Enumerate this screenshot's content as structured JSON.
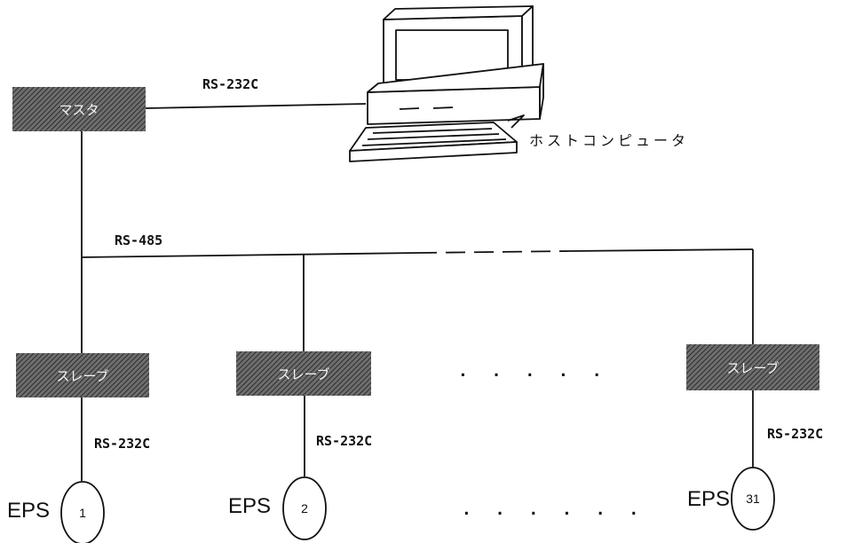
{
  "master": {
    "label": "マスタ"
  },
  "host": {
    "label": "ホストコンピュータ"
  },
  "links": {
    "master_host": "RS-232C",
    "bus": "RS-485"
  },
  "slaves": [
    {
      "label": "スレーブ",
      "link": "RS-232C",
      "eps_label": "EPS",
      "eps_number": "1"
    },
    {
      "label": "スレーブ",
      "link": "RS-232C",
      "eps_label": "EPS",
      "eps_number": "2"
    },
    {
      "label": "スレーブ",
      "link": "RS-232C",
      "eps_label": "EPS",
      "eps_number": "31"
    }
  ],
  "ellipsis": {
    "slaves": ". . . . .",
    "eps": ". . . . . ."
  },
  "colors": {
    "line": "#111111",
    "box_fill": "#6e6e6e",
    "box_hatch": "#1c1c1c"
  }
}
